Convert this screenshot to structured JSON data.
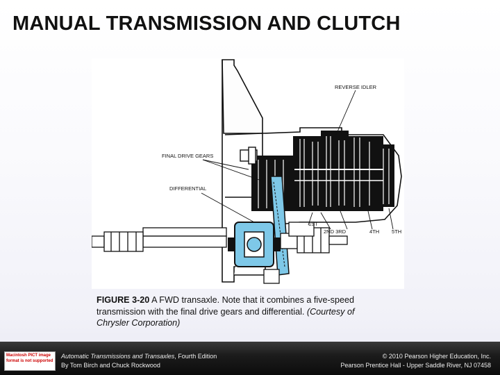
{
  "slide": {
    "title": "MANUAL TRANSMISSION AND CLUTCH"
  },
  "figure": {
    "labels": {
      "reverse_idler": "REVERSE IDLER",
      "final_drive_gears": "FINAL DRIVE GEARS",
      "differential": "DIFFERENTIAL",
      "first": "1ST",
      "second_third": "2ND 3RD",
      "fourth": "4TH",
      "fifth": "5TH"
    },
    "caption": {
      "number": "FIGURE 3-20",
      "text": " A FWD transaxle. Note that it combines a five-speed transmission with the final drive gears and differential. ",
      "credit": "(Courtesy of Chrysler Corporation)"
    },
    "accent_color": "#7ec8e8"
  },
  "footer": {
    "book_title": "Automatic Transmissions and Transaxles",
    "edition": ", Fourth Edition",
    "authors": "By Tom Birch and Chuck Rockwood",
    "copyright": "© 2010 Pearson Higher Education, Inc.",
    "publisher": "Pearson Prentice Hall - Upper Saddle River, NJ 07458",
    "notice": "Macintosh PICT image format is not supported"
  }
}
